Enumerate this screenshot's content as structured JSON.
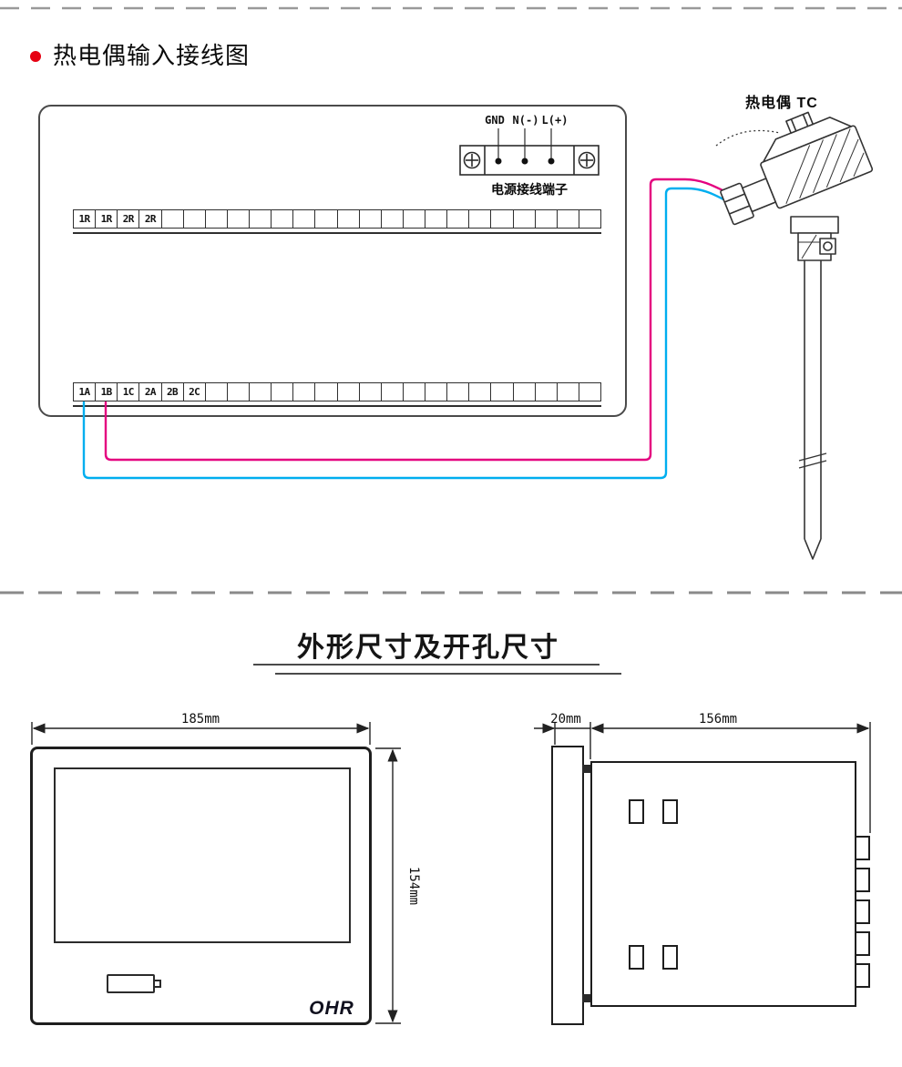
{
  "header": {
    "title": "热电偶输入接线图",
    "bullet_color": "#e60012"
  },
  "wiring": {
    "power_labels": [
      "GND",
      "N(-)",
      "L(+)"
    ],
    "power_caption": "电源接线端子",
    "row_top": {
      "labels": [
        "1R",
        "1R",
        "2R",
        "2R"
      ],
      "total_cells": 24
    },
    "row_bottom": {
      "labels": [
        "1A",
        "1B",
        "1C",
        "2A",
        "2B",
        "2C"
      ],
      "total_cells": 24
    },
    "thermocouple_label": "热电偶 TC",
    "wire_colors": {
      "positive": "#e4007f",
      "negative": "#00aeef"
    }
  },
  "dimensions": {
    "title": "外形尺寸及开孔尺寸",
    "front": {
      "width": "185mm",
      "height": "154mm",
      "logo": "OHR"
    },
    "side": {
      "depth": "20mm",
      "length": "156mm"
    }
  }
}
